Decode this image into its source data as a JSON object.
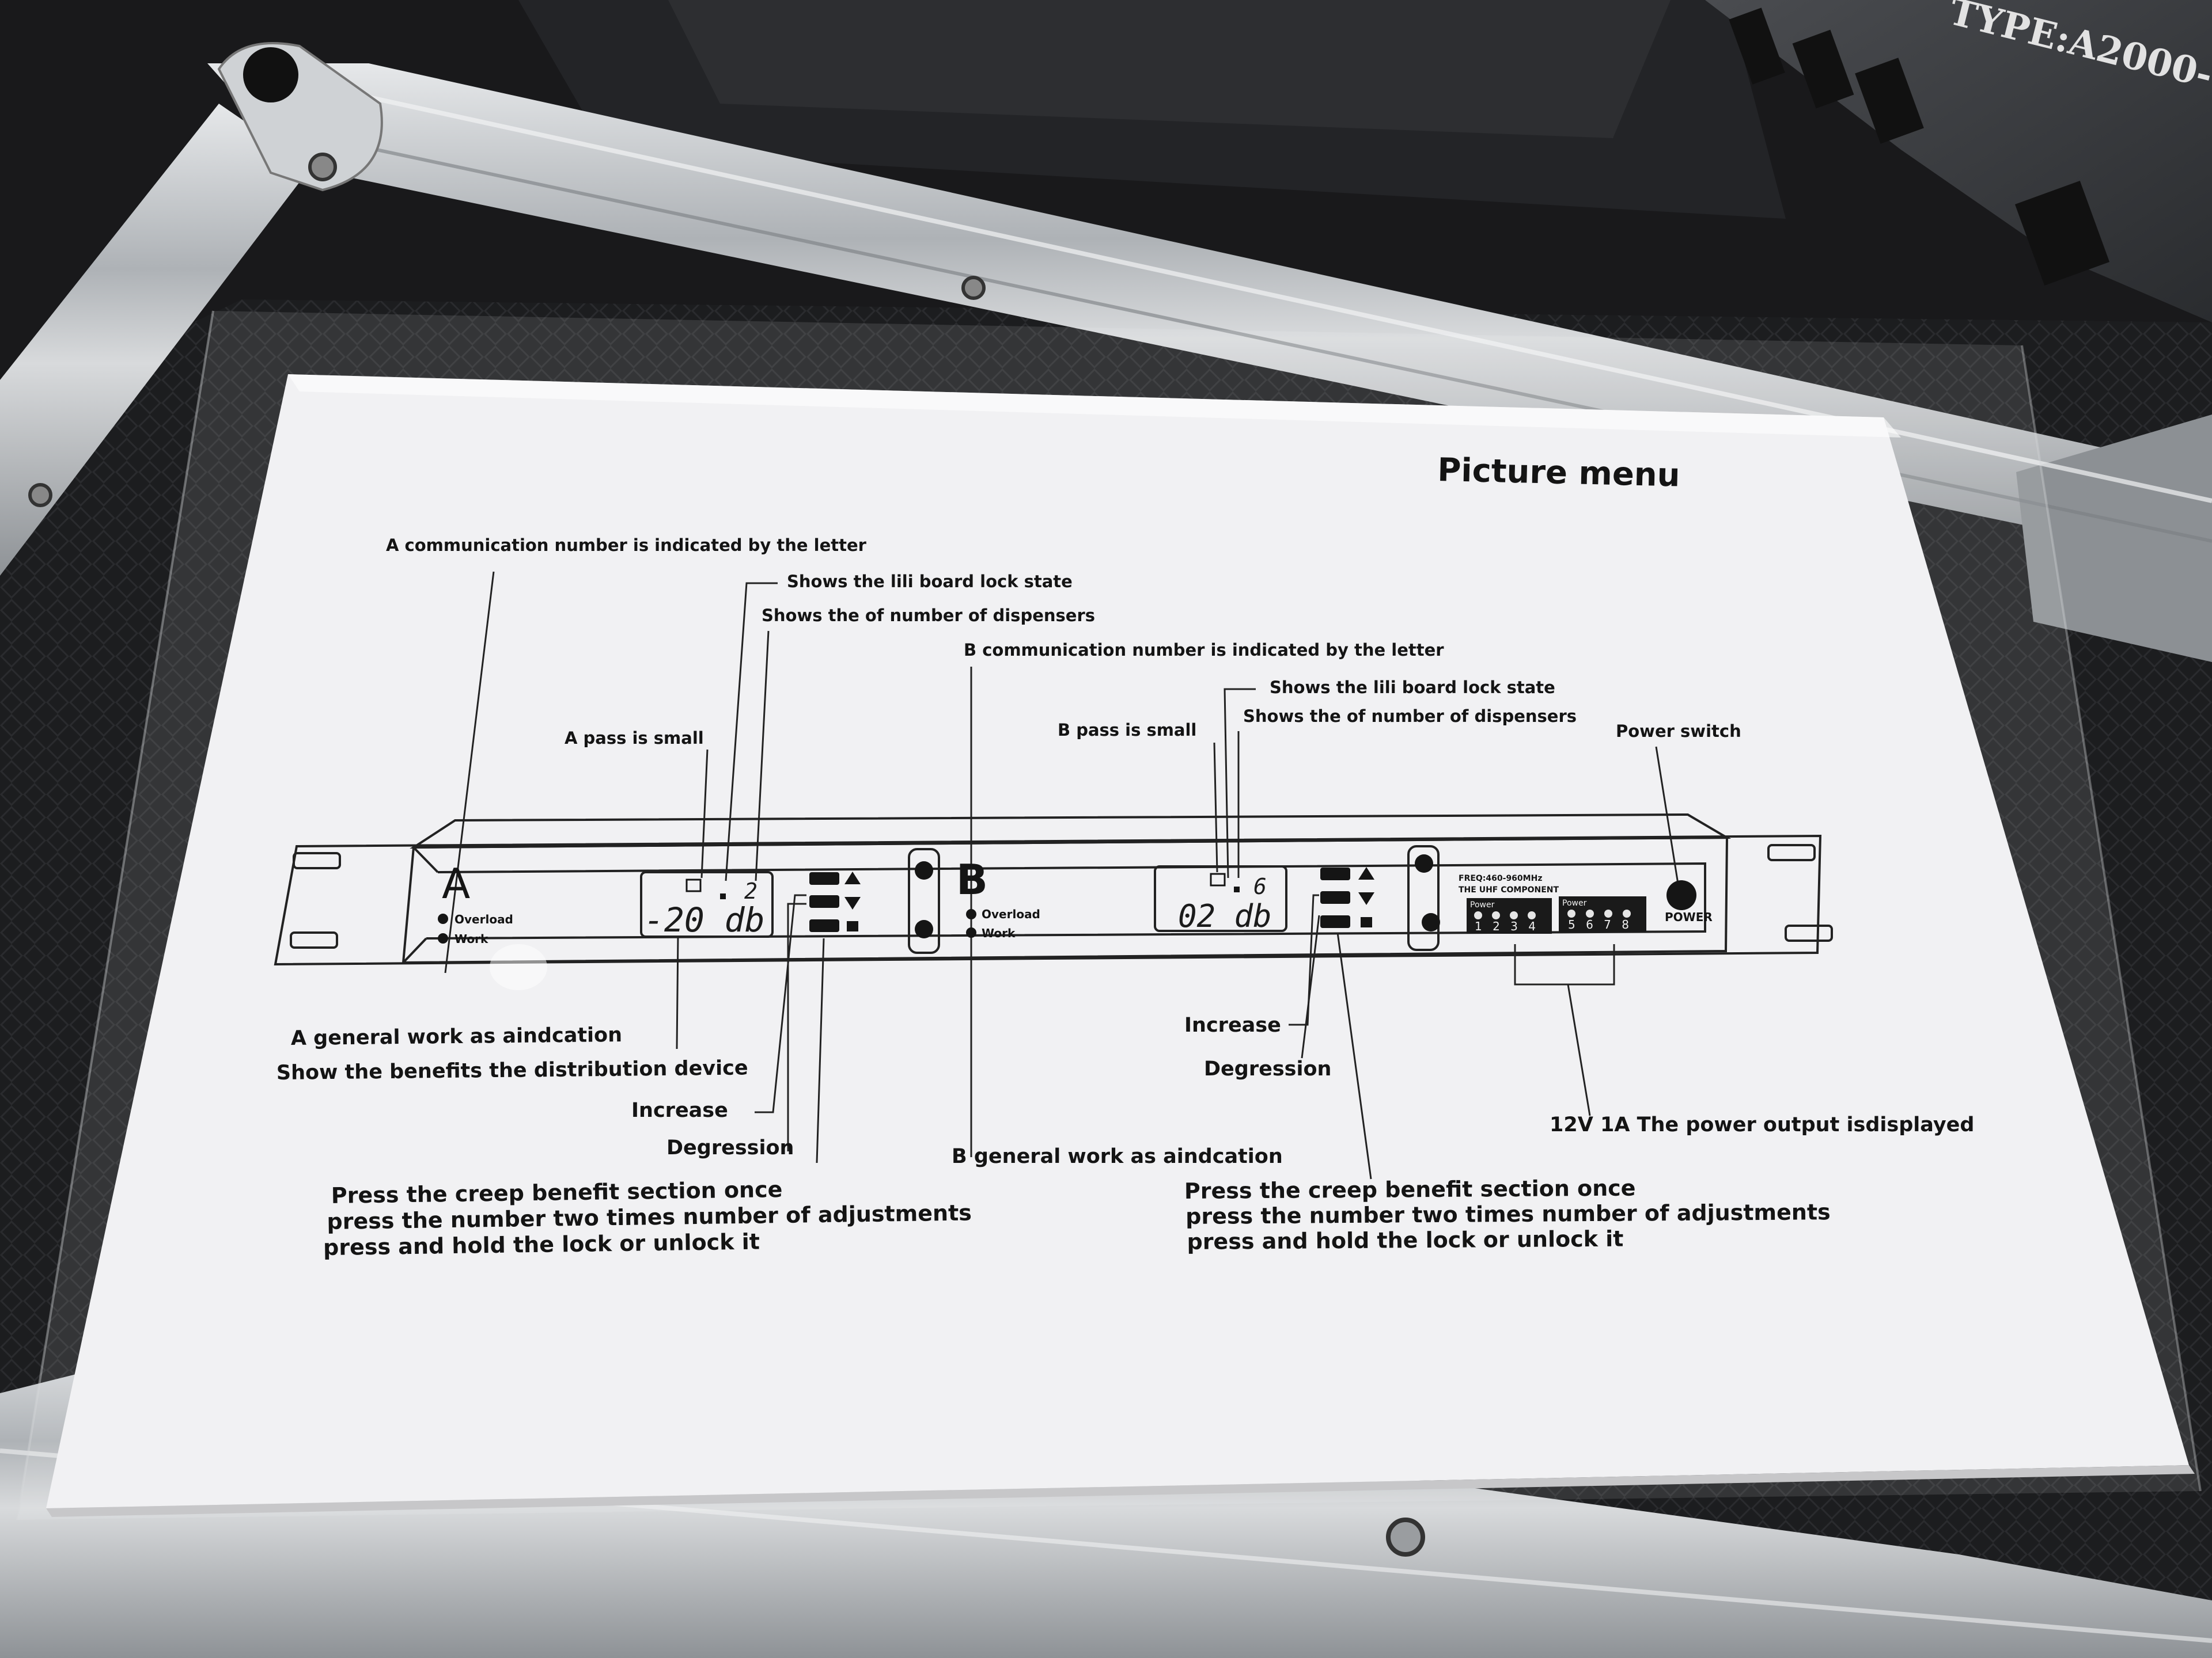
{
  "case_label": "TYPE:A2000-",
  "paper": {
    "title": "Picture menu",
    "callouts": {
      "a_comm": "A communication  number is indicated by the letter",
      "a_lock_state": "Shows the lili board lock state",
      "a_dispensers": "Shows the of number of dispensers",
      "b_comm": "B communication  number is indicated by the letter",
      "b_lock_state": "Shows the lili board lock state",
      "b_dispensers": "Shows the of number of dispensers",
      "a_pass": "A pass is small",
      "b_pass": "B pass is small",
      "power_switch": "Power switch",
      "a_general_work": "A  general work as aindcation",
      "a_benefits": "Show the benefits the distribution device",
      "a_increase": "Increase",
      "a_degression": "Degression",
      "b_increase": "Increase",
      "b_degression": "Degression",
      "b_general_work": "B general work as aindcation",
      "power_output": "12V 1A The power output isdisplayed"
    },
    "instructions_a": [
      "Press the creep benefit section once",
      "press the number two times number of adjustments",
      "press and hold the lock or unlock it"
    ],
    "instructions_b": [
      "Press the creep benefit section once",
      "press the number two times number of adjustments",
      "press and hold the lock or unlock it"
    ]
  },
  "device": {
    "channel_a": {
      "letter": "A",
      "overload": "Overload",
      "work": "Work",
      "lcd_value": "-20 db",
      "lcd_number": "2"
    },
    "channel_b": {
      "letter": "B",
      "overload": "Overload",
      "work": "Work",
      "lcd_value": "02 db",
      "lcd_number": "6"
    },
    "freq": "FREQ:460-960MHz",
    "component": "THE UHF COMPONENT",
    "power_group_1": {
      "label": "Power",
      "numbers": "1 2 3 4"
    },
    "power_group_2": {
      "label": "Power",
      "numbers": "5 6 7 8"
    },
    "power_label": "POWER"
  },
  "colors": {
    "paper": "#f1f1f3",
    "ink": "#141414",
    "background": "#1a1b1d",
    "rail": "#b9bcc0"
  }
}
